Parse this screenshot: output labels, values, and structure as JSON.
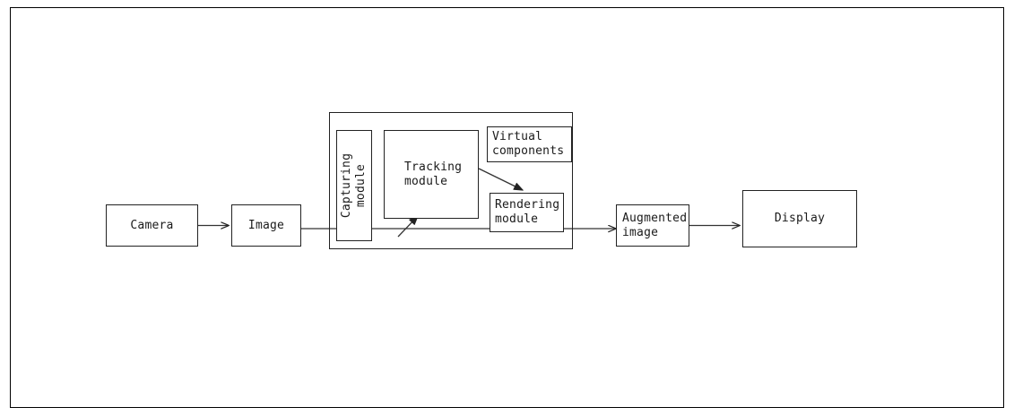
{
  "diagram": {
    "title": "Augmented reality system pipeline",
    "type": "block-flow-diagram",
    "background_color": "#ffffff",
    "line_color": "#222222",
    "frame": {
      "border_color": "#000000"
    },
    "nodes": [
      {
        "id": "camera",
        "label": "Camera",
        "shape": "rectangle"
      },
      {
        "id": "image",
        "label": "Image",
        "shape": "rectangle"
      },
      {
        "id": "capturing",
        "label": "Capturing\nmodule",
        "shape": "rectangle",
        "orientation": "vertical"
      },
      {
        "id": "tracking",
        "label": "Tracking\nmodule",
        "shape": "rectangle"
      },
      {
        "id": "virtual",
        "label": "Virtual\ncomponents",
        "shape": "rectangle"
      },
      {
        "id": "rendering",
        "label": "Rendering\nmodule",
        "shape": "rectangle"
      },
      {
        "id": "augmented",
        "label": "Augmented\nimage",
        "shape": "rectangle"
      },
      {
        "id": "display",
        "label": "Display",
        "shape": "rectangle"
      }
    ],
    "container": {
      "id": "ar-system",
      "label": ""
    },
    "edges": [
      {
        "from": "camera",
        "to": "image",
        "style": "solid",
        "arrow": true
      },
      {
        "from": "image",
        "to": "capturing",
        "style": "solid",
        "arrow": false
      },
      {
        "from": "capturing",
        "to": "tracking",
        "style": "solid",
        "arrow": true
      },
      {
        "from": "tracking",
        "to": "rendering",
        "style": "solid",
        "arrow": true
      },
      {
        "from": "rendering",
        "to": "augmented",
        "style": "solid",
        "arrow": true
      },
      {
        "from": "augmented",
        "to": "display",
        "style": "solid",
        "arrow": true
      }
    ]
  },
  "labels": {
    "camera": "Camera",
    "image": "Image",
    "capturing_line1": "Capturing",
    "capturing_line2": "module",
    "capturing": "Capturing\nmodule",
    "tracking": "Tracking\nmodule",
    "virtual": "Virtual\ncomponents",
    "rendering": "Rendering\nmodule",
    "augmented": "Augmented\nimage",
    "display": "Display"
  }
}
